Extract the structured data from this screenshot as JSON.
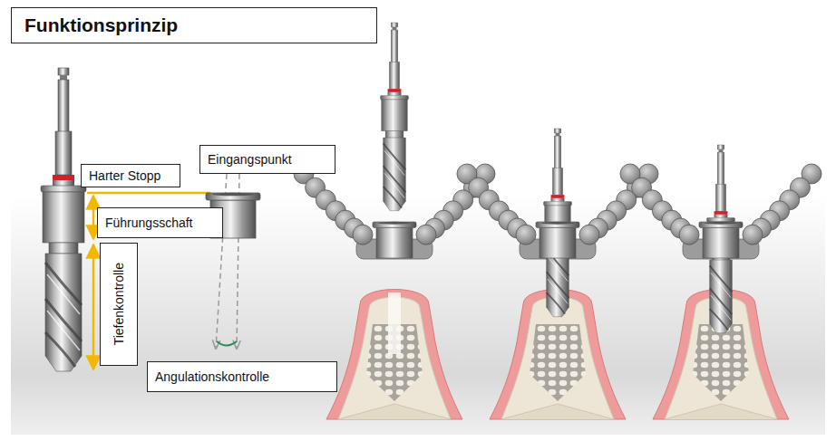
{
  "diagram": {
    "title": "Funktionsprinzip",
    "nodes": [
      {
        "text": [
          "Eingangspunkt"
        ]
      },
      {
        "text": [
          "Harter Stopp"
        ]
      },
      {
        "text": [
          "Führungsschaft"
        ]
      },
      {
        "text": [
          "Tiefenkontrolle"
        ]
      },
      {
        "text": [
          "Angulationskontrolle"
        ]
      }
    ]
  }
}
